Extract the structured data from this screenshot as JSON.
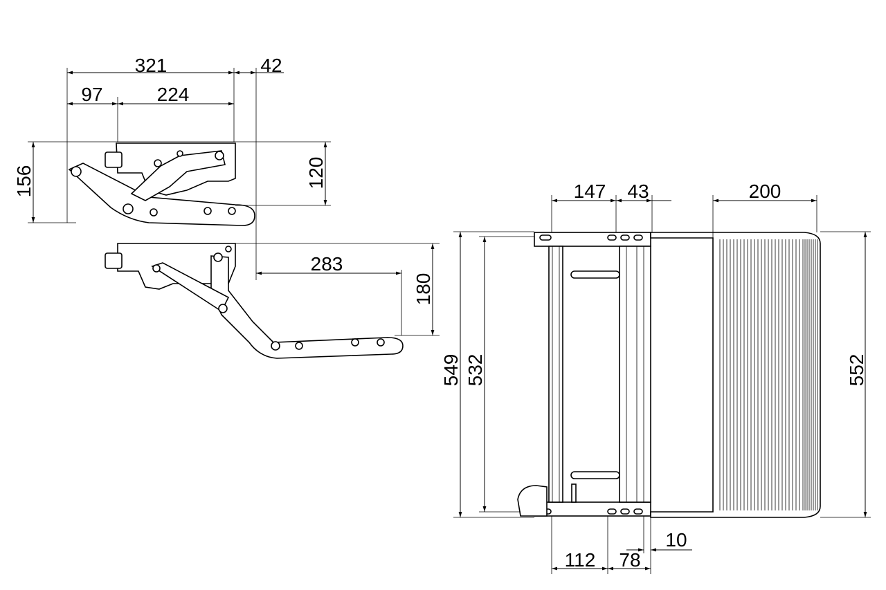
{
  "drawing": {
    "side_view_retracted": {
      "dimensions": {
        "overall_length": "321",
        "offset": "42",
        "front_section": "97",
        "rear_section": "224",
        "height_total": "156",
        "height_housing": "120"
      }
    },
    "side_view_extended": {
      "dimensions": {
        "extension": "283",
        "drop": "180"
      }
    },
    "top_view": {
      "dimensions": {
        "frame_depth": "147",
        "rail_spacing": "43",
        "tread_depth": "200",
        "outer_width": "549",
        "inner_width": "532",
        "tread_width": "552",
        "bottom_offset": "112",
        "bottom_spacing": "78",
        "gap": "10"
      }
    }
  },
  "colors": {
    "line": "#000000",
    "background": "#ffffff"
  }
}
